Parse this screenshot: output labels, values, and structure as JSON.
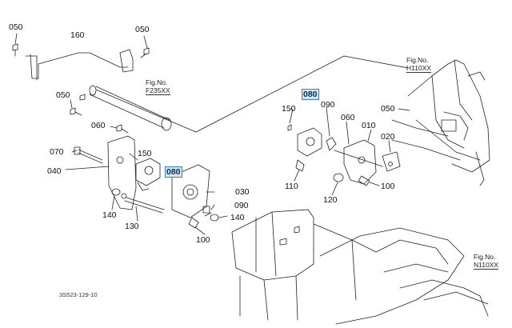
{
  "labels": {
    "p050a": "050",
    "p160": "160",
    "p050b": "050",
    "p050c": "050",
    "p060a": "060",
    "p070": "070",
    "p040": "040",
    "p150a": "150",
    "p080a": "080",
    "p030": "030",
    "p090a": "090",
    "p140a": "140",
    "p140b": "140",
    "p130": "130",
    "p100a": "100",
    "p080b": "080",
    "p150b": "150",
    "p090b": "090",
    "p060b": "060",
    "p010": "010",
    "p020": "020",
    "p050d": "050",
    "p110": "110",
    "p120": "120",
    "p100b": "100"
  },
  "figs": {
    "f235": {
      "title": "Fig.No.",
      "code": "F235XX"
    },
    "h110": {
      "title": "Fig.No.",
      "code": "H110XX"
    },
    "n110": {
      "title": "Fig.No.",
      "code": "N110XX"
    }
  },
  "footer": "3S523-129-10",
  "colors": {
    "highlight": "#cfe6f7",
    "highlight_border": "#3a7fc0",
    "line": "#222222"
  }
}
